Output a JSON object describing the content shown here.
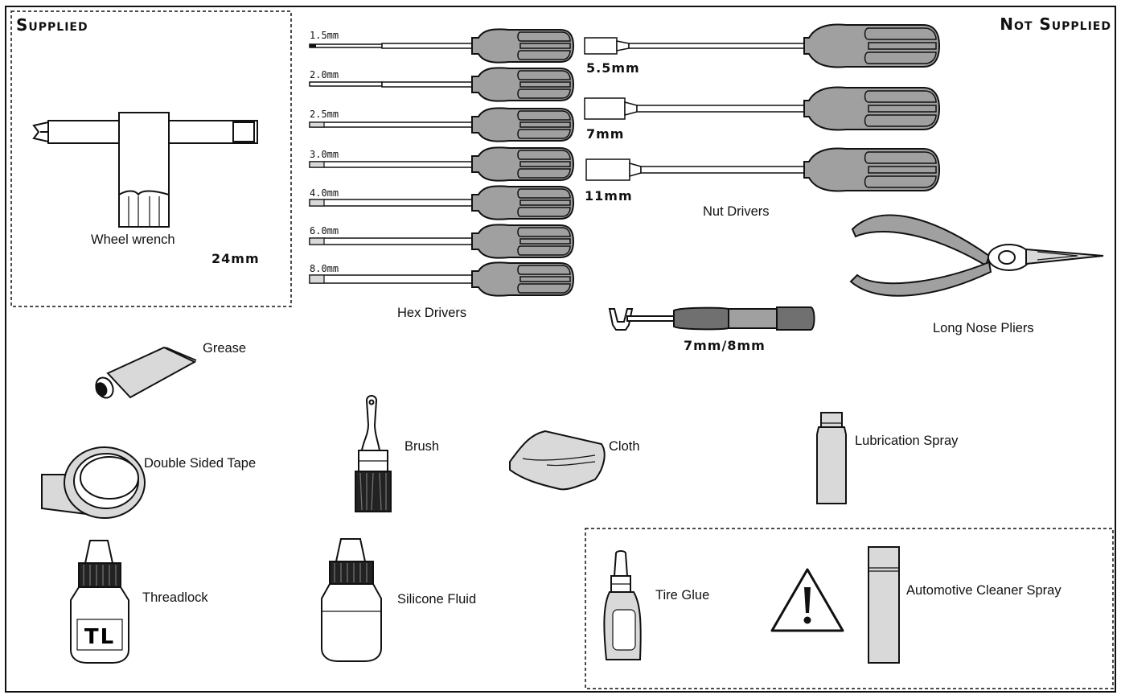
{
  "sections": {
    "supplied": "Supplied",
    "not_supplied": "Not Supplied"
  },
  "supplied": {
    "wheel_wrench": {
      "label": "Wheel wrench",
      "size": "24mm"
    }
  },
  "hex_drivers": {
    "label": "Hex Drivers",
    "sizes": [
      "1.5mm",
      "2.0mm",
      "2.5mm",
      "3.0mm",
      "4.0mm",
      "6.0mm",
      "8.0mm"
    ]
  },
  "nut_drivers": {
    "label": "Nut Drivers",
    "sizes": [
      "5.5mm",
      "7mm",
      "11mm"
    ]
  },
  "body_post_tool": {
    "size": "7mm/8mm"
  },
  "items": {
    "long_nose_pliers": "Long Nose Pliers",
    "grease": "Grease",
    "double_sided_tape": "Double Sided Tape",
    "brush": "Brush",
    "cloth": "Cloth",
    "lubrication_spray": "Lubrication Spray",
    "threadlock": "Threadlock",
    "threadlock_bottle_marking": "TL",
    "silicone_fluid": "Silicone Fluid",
    "tire_glue": "Tire Glue",
    "automotive_cleaner_spray": "Automotive Cleaner Spray"
  },
  "colors": {
    "handle": "#a0a0a0",
    "handle_dark": "#707070",
    "light_fill": "#d9d9d9",
    "outline": "#111111"
  },
  "icons": {
    "warning": "warning-triangle-icon"
  }
}
